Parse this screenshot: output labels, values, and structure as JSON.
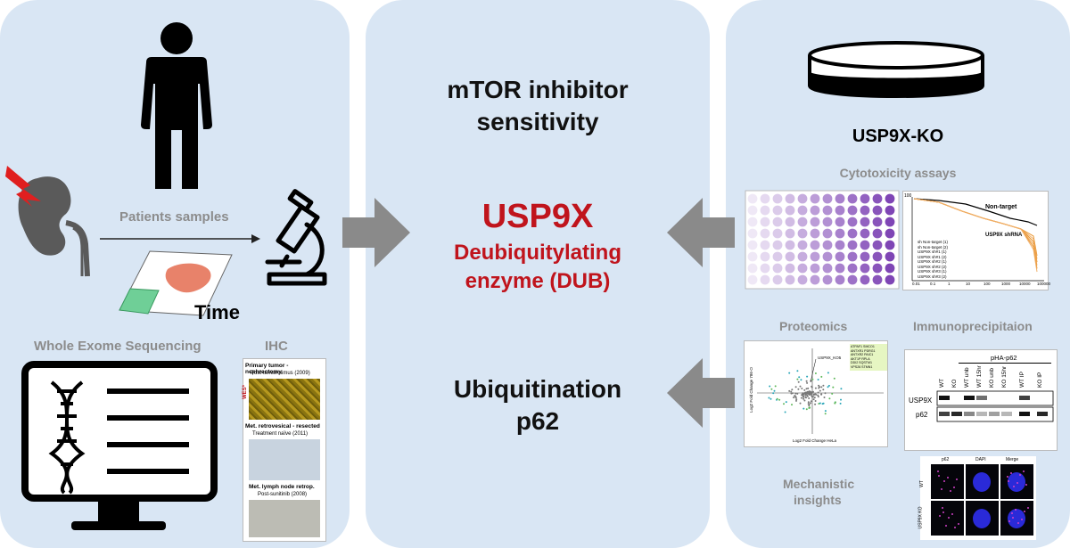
{
  "left": {
    "patients_label": "Patients samples",
    "time_label": "Time",
    "wes_label": "Whole Exome Sequencing",
    "ihc_label": "IHC",
    "ihc_panels": [
      {
        "title": "Primary tumor - nephrectomy",
        "sub": "Post-temsirolimus (2009)",
        "marker": "WES*"
      },
      {
        "title": "Met. retrovesical - resected",
        "sub": "Treatment naïve (2011)"
      },
      {
        "title": "Met. lymph node retrop.",
        "sub": "Post-sunitinib (2008)"
      }
    ]
  },
  "middle": {
    "mtor_line1": "mTOR inhibitor",
    "mtor_line2": "sensitivity",
    "usp9x": "USP9X",
    "dub_line1": "Deubiquitylating",
    "dub_line2": "enzyme (DUB)",
    "ubiq_line1": "Ubiquitination",
    "ubiq_line2": "p62"
  },
  "right": {
    "ko_label": "USP9X-KO",
    "cytotox_label": "Cytotoxicity assays",
    "proteomics_label": "Proteomics",
    "ip_label": "Immunoprecipitaion",
    "mech_line1": "Mechanistic",
    "mech_line2": "insights",
    "curve": {
      "nontarget_label": "Non-target",
      "shrna_label": "USP9X shRNA",
      "legend": [
        "sh Non-target (1)",
        "sh Non-target (2)",
        "USP9X sh#1 (1)",
        "USP9X sh#1 (2)",
        "USP9X sh#2 (1)",
        "USP9X sh#2 (2)",
        "USP9X sh#3 (1)",
        "USP9X sh#3 (2)"
      ],
      "x_ticks": [
        "0.01",
        "0.1",
        "1",
        "10",
        "100",
        "1000",
        "10000",
        "100000"
      ],
      "y_top": "100"
    },
    "volcano": {
      "point_label": "USP9X_KO5",
      "xlabel": "Log2 Fold Change HeLa",
      "ylabel": "Log2 Fold Change 786-O",
      "genes": [
        "ATPAF1",
        "SMCO1",
        "ANTXR1",
        "PDRG1",
        "ANTXR2",
        "PAIC1",
        "AKT1P",
        "RPLA",
        "DDI2",
        "SQSTM1",
        "VPS26",
        "STMN1"
      ]
    },
    "western": {
      "header": "pHA-p62",
      "lanes": [
        "WT",
        "KO",
        "WT unb",
        "WT 15hr",
        "KO unb",
        "KO 15hr",
        "WT IP",
        "KO IP"
      ],
      "rows": [
        "USP9X",
        "p62"
      ]
    },
    "if_panel": {
      "cols": [
        "p62",
        "DAPI",
        "Merge"
      ],
      "rows": [
        "WT",
        "USP9X KO"
      ]
    }
  },
  "colors": {
    "panel": "#d9e6f4",
    "accent_red": "#c0141c",
    "arrow_gray": "#8a8a8a",
    "plate_purple": "#7b3fb3"
  }
}
